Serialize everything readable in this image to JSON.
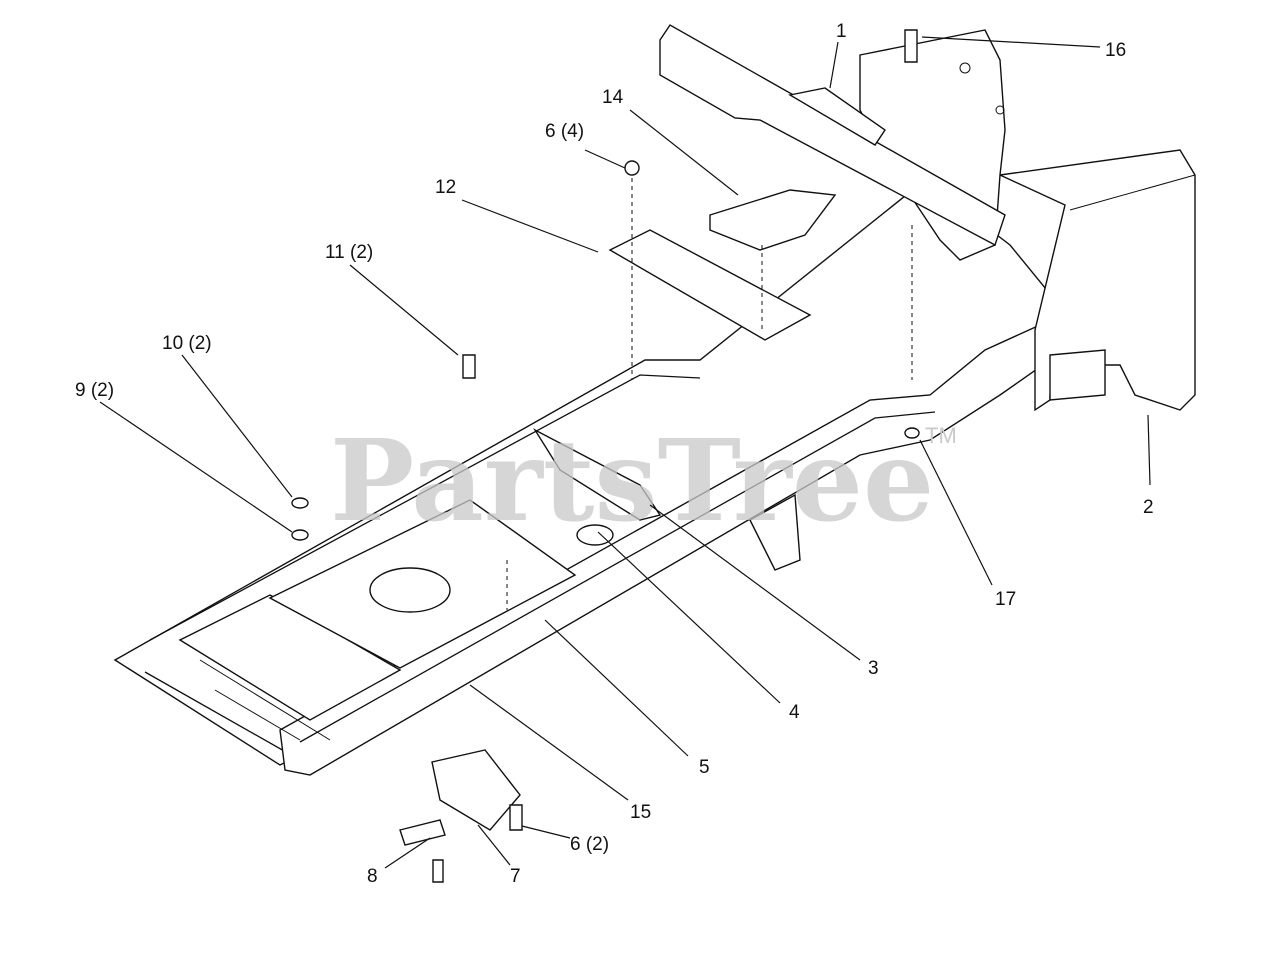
{
  "watermark": {
    "text": "PartsTree",
    "trademark": "TM"
  },
  "callouts": {
    "c1": "1",
    "c16": "16",
    "c14": "14",
    "c6a": "6 (4)",
    "c12": "12",
    "c11": "11 (2)",
    "c10": "10 (2)",
    "c9": "9 (2)",
    "c2": "2",
    "c17": "17",
    "c3": "3",
    "c4": "4",
    "c5": "5",
    "c15": "15",
    "c6b": "6 (2)",
    "c8": "8",
    "c7": "7"
  }
}
